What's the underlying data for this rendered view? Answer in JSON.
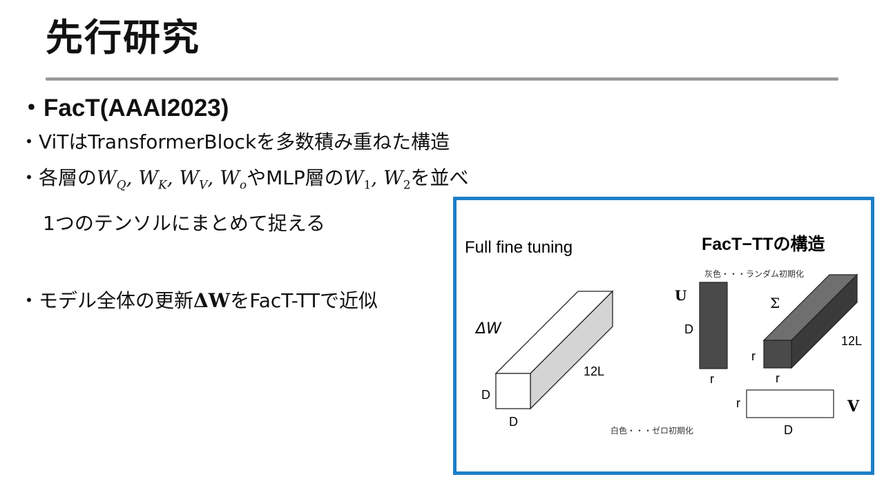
{
  "slide": {
    "title": "先行研究",
    "section": "・FacT(AAAI2023)",
    "bullets": {
      "b1": "・ViTはTransformerBlockを多数積み重ねた構造",
      "b2_prefix": "・各層の",
      "b2_mid": "やMLP層の",
      "b2_suffix": "を並べ",
      "b2_cont": "1つのテンソルにまとめて捉える",
      "b3_prefix": "・モデル全体の更新",
      "b3_symbol": "ΔW",
      "b3_suffix": "をFacT-TTで近似"
    },
    "math": {
      "W": "W",
      "Q": "Q",
      "K": "K",
      "V": "V",
      "o": "o",
      "one": "1",
      "two": "2",
      "comma": ", "
    }
  },
  "figure": {
    "left_title": "Full fine tuning",
    "right_title": "FacT−TTの構造",
    "random_init_note": "灰色・・・ランダム初期化",
    "zero_init_note": "白色・・・ゼロ初期化",
    "delta_w_label": "ΔW",
    "left_d_side": "D",
    "left_d_bottom": "D",
    "left_12l": "12L",
    "u_label": "U",
    "u_d": "D",
    "u_r": "r",
    "sigma_label": "Σ",
    "sigma_r_side": "r",
    "sigma_r_bottom": "r",
    "sigma_12l": "12L",
    "v_label": "V",
    "v_r": "r",
    "v_d": "D",
    "colors": {
      "frame": "#1d7fc6",
      "dark_gray": "#4a4a4a",
      "mid_gray": "#6f6f6f",
      "light_gray": "#d4d4d4"
    }
  }
}
